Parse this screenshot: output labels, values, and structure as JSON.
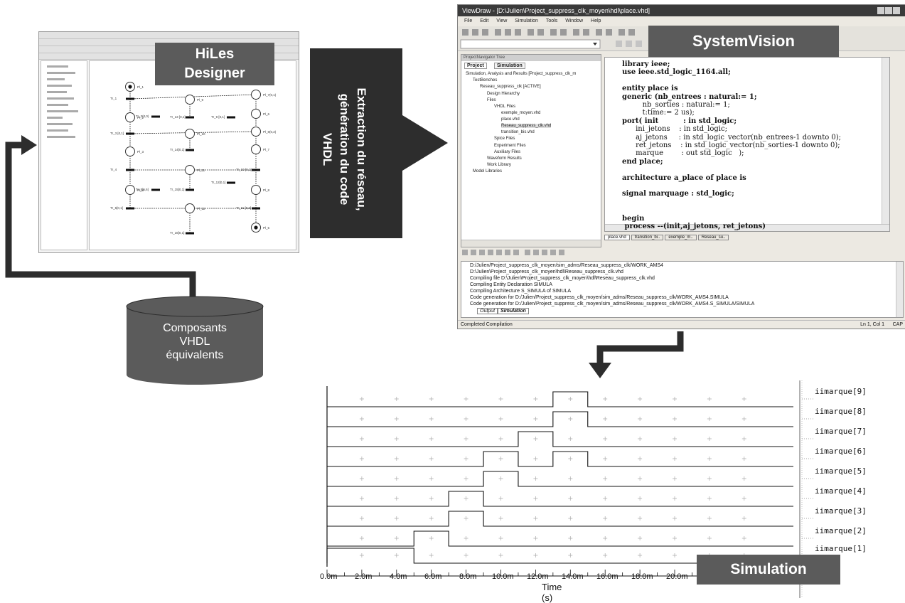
{
  "hiles": {
    "label_line1": "HiLes",
    "label_line2": "Designer",
    "places": [
      "Pl_1",
      "Pl_9",
      "Pl_7(0,1)",
      "Pl_2",
      "Pl_6",
      "Pl_8(0,2)",
      "Pl_3",
      "Pl_7",
      "Pl_10",
      "Pl_11",
      "Pl_4",
      "Pl_8",
      "Pl_12",
      "Pl_5"
    ],
    "transitions": [
      "Tr_1",
      "Tr_2(0,0)",
      "Tr_13 [0,1]",
      "Tr_9 [0,1]",
      "Tr_3 [0,1]",
      "Tr_14[0,1]",
      "Tr_4",
      "Tr_10 [0,1]",
      "Tr_5[5,6]",
      "Tr_15[0,1]",
      "Tr_12[0,1]",
      "Tr_6[0,1]",
      "Tr_11 [0,2]",
      "Tr_16[0,1]"
    ]
  },
  "arrow_text": {
    "line1": "Extraction du réseau,",
    "line2": "génération du code",
    "line3": "VHDL"
  },
  "database": {
    "line1": "Composants",
    "line2": "VHDL",
    "line3": "équivalents"
  },
  "systemvision": {
    "window_title": "ViewDraw - [D:\\Julien\\Project_suppress_clk_moyen\\hdl\\place.vhd]",
    "label": "SystemVision",
    "menu": [
      "File",
      "Edit",
      "View",
      "Simulation",
      "Tools",
      "Window",
      "Help"
    ],
    "nav_title": "ProjectNavigator Tree",
    "nav_tabs": [
      "Project",
      "Simulation"
    ],
    "tree": [
      "Simulation, Analysis and Results [Project_suppress_clk_m",
      "TestBenches",
      "Reseau_suppress_clk [ACTIVE]",
      "Design Hierarchy",
      "Files",
      "VHDL Files",
      "exemple_moyen.vhd",
      "place.vhd",
      "Reseau_suppress_clk.vhd",
      "transition_bis.vhd",
      "Spice Files",
      "Experiment Files",
      "Auxiliary Files",
      "Waveform Results",
      "Work Library",
      "Model Libraries"
    ],
    "code": [
      "library ieee;",
      "use ieee.std_logic_1164.all;",
      "",
      "entity place is",
      "generic (nb_entrees : natural:= 1;",
      "         nb_sorties : natural:= 1;",
      "         t:time:= 2 us);",
      "port( init          : in std_logic;",
      "      ini_jetons    : in std_logic;",
      "      aj_jetons     : in std_logic_vector(nb_entrees-1 downto 0);",
      "      ret_jetons    : in std_logic_vector(nb_sorties-1 downto 0);",
      "      marque        : out std_logic   );",
      "end place;",
      "",
      "architecture a_place of place is",
      "",
      "signal marquage : std_logic;",
      "",
      "",
      "begin",
      " process --(init,aj_jetons, ret_jetons)"
    ],
    "file_tabs": [
      "place.vhd",
      "transition_bi..",
      "exemple_m..",
      "Reseau_su.."
    ],
    "output": [
      "D:/Julien/Project_suppress_clk_moyen/sim_adms/Reseau_suppress_clk/WORK_AMS4",
      "D:\\Julien\\Project_suppress_clk_moyen\\hdl\\Reseau_suppress_clk.vhd",
      "Compiling file D:\\Julien\\Project_suppress_clk_moyen\\hdl\\Reseau_suppress_clk.vhd",
      "Compiling Entity Declaration SIMULA",
      "Compiling Architecture S_SIMULA of SIMULA",
      "Code generation for D:/Julien/Project_suppress_clk_moyen/sim_adms/Reseau_suppress_clk/WORK_AMS4.SIMULA",
      "Code generation for D:/Julien/Project_suppress_clk_moyen/sim_adms/Reseau_suppress_clk/WORK_AMS4.S_SIMULA/SIMULA"
    ],
    "output_tabs": [
      "Output",
      "Simulation"
    ],
    "status_left": "Completed Compilation",
    "status_pos": "Ln 1, Col 1",
    "status_cap": "CAP"
  },
  "simulation": {
    "label": "Simulation",
    "axis_title": "Time (s)",
    "tick_labels": [
      "0.0m",
      "2.0m",
      "4.0m",
      "6.0m",
      "8.0m",
      "10.0m",
      "12.0m",
      "14.0m",
      "16.0m",
      "18.0m",
      "20.0m"
    ],
    "signals": [
      {
        "name": "iimarque[9]",
        "high": [
          [
            13,
            15
          ]
        ]
      },
      {
        "name": "iimarque[8]",
        "high": [
          [
            13,
            15
          ]
        ]
      },
      {
        "name": "iimarque[7]",
        "high": [
          [
            11,
            13
          ]
        ]
      },
      {
        "name": "iimarque[6]",
        "high": [
          [
            9,
            11
          ],
          [
            13,
            15
          ]
        ]
      },
      {
        "name": "iimarque[5]",
        "high": [
          [
            9,
            11
          ]
        ]
      },
      {
        "name": "iimarque[4]",
        "high": [
          [
            7,
            9
          ]
        ]
      },
      {
        "name": "iimarque[3]",
        "high": [
          [
            7,
            9
          ]
        ]
      },
      {
        "name": "iimarque[2]",
        "high": [
          [
            5,
            7
          ]
        ]
      },
      {
        "name": "iimarque[1]",
        "high": [
          [
            0,
            5
          ]
        ]
      }
    ]
  }
}
